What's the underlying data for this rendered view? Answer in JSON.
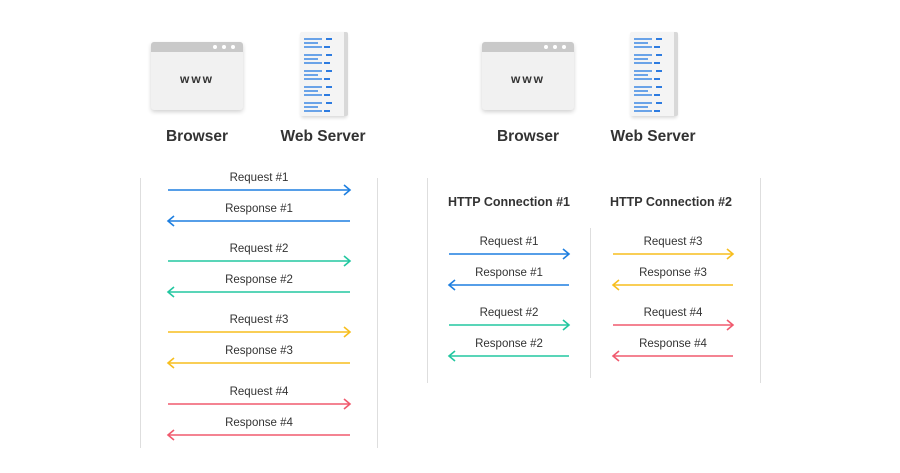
{
  "icons": {
    "browser_text": "www"
  },
  "labels": {
    "browser": "Browser",
    "server": "Web Server"
  },
  "left": {
    "messages": [
      {
        "label": "Request #1",
        "dir": "right",
        "color": "#1e7fe0"
      },
      {
        "label": "Response #1",
        "dir": "left",
        "color": "#1e7fe0"
      },
      {
        "label": "Request #2",
        "dir": "right",
        "color": "#22c7a0"
      },
      {
        "label": "Response #2",
        "dir": "left",
        "color": "#22c7a0"
      },
      {
        "label": "Request #3",
        "dir": "right",
        "color": "#f7be1e"
      },
      {
        "label": "Response #3",
        "dir": "left",
        "color": "#f7be1e"
      },
      {
        "label": "Request #4",
        "dir": "right",
        "color": "#f05a6e"
      },
      {
        "label": "Response #4",
        "dir": "left",
        "color": "#f05a6e"
      }
    ]
  },
  "right": {
    "connections": [
      {
        "title": "HTTP Connection #1",
        "messages": [
          {
            "label": "Request #1",
            "dir": "right",
            "color": "#1e7fe0"
          },
          {
            "label": "Response #1",
            "dir": "left",
            "color": "#1e7fe0"
          },
          {
            "label": "Request #2",
            "dir": "right",
            "color": "#22c7a0"
          },
          {
            "label": "Response #2",
            "dir": "left",
            "color": "#22c7a0"
          }
        ]
      },
      {
        "title": "HTTP Connection #2",
        "messages": [
          {
            "label": "Request #3",
            "dir": "right",
            "color": "#f7be1e"
          },
          {
            "label": "Response #3",
            "dir": "left",
            "color": "#f7be1e"
          },
          {
            "label": "Request #4",
            "dir": "right",
            "color": "#f05a6e"
          },
          {
            "label": "Response #4",
            "dir": "left",
            "color": "#f05a6e"
          }
        ]
      }
    ]
  }
}
